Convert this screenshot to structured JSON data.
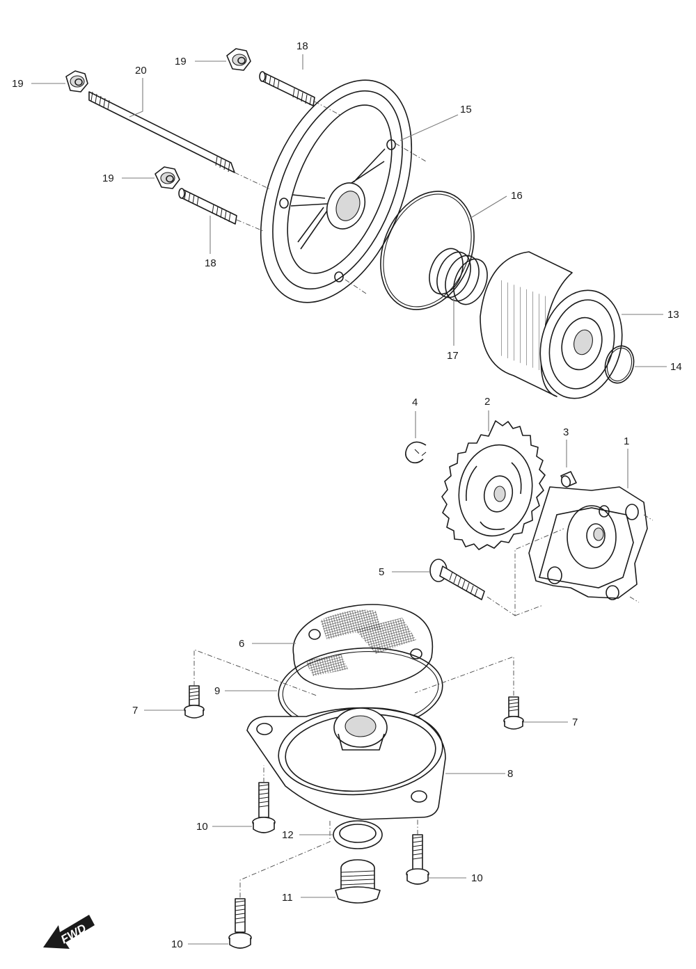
{
  "diagram": {
    "direction_badge": "FWD",
    "callouts": [
      {
        "id": "c1",
        "label": "1"
      },
      {
        "id": "c2",
        "label": "2"
      },
      {
        "id": "c3",
        "label": "3"
      },
      {
        "id": "c4",
        "label": "4"
      },
      {
        "id": "c5",
        "label": "5"
      },
      {
        "id": "c6",
        "label": "6"
      },
      {
        "id": "c7a",
        "label": "7"
      },
      {
        "id": "c7b",
        "label": "7"
      },
      {
        "id": "c8",
        "label": "8"
      },
      {
        "id": "c9",
        "label": "9"
      },
      {
        "id": "c10a",
        "label": "10"
      },
      {
        "id": "c10b",
        "label": "10"
      },
      {
        "id": "c10c",
        "label": "10"
      },
      {
        "id": "c11",
        "label": "11"
      },
      {
        "id": "c12",
        "label": "12"
      },
      {
        "id": "c13",
        "label": "13"
      },
      {
        "id": "c14",
        "label": "14"
      },
      {
        "id": "c15",
        "label": "15"
      },
      {
        "id": "c16",
        "label": "16"
      },
      {
        "id": "c17",
        "label": "17"
      },
      {
        "id": "c18a",
        "label": "18"
      },
      {
        "id": "c18b",
        "label": "18"
      },
      {
        "id": "c19a",
        "label": "19"
      },
      {
        "id": "c19b",
        "label": "19"
      },
      {
        "id": "c19c",
        "label": "19"
      },
      {
        "id": "c20",
        "label": "20"
      }
    ]
  }
}
